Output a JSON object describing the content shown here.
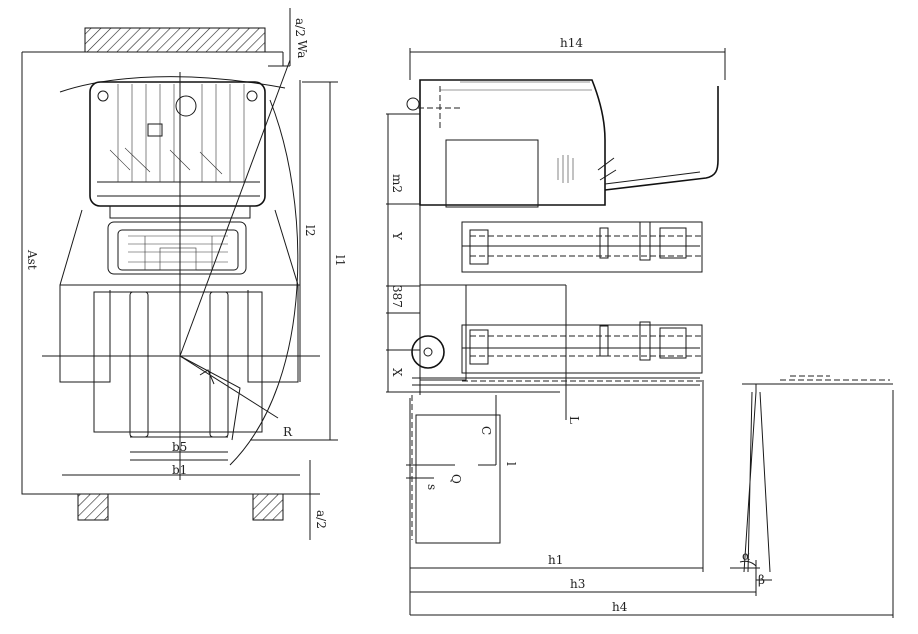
{
  "plan_view": {
    "labels": {
      "a2_top": "a/2",
      "wa": "Wa",
      "ast": "Ast",
      "l2": "l2",
      "l1": "l1",
      "b5": "b5",
      "b1": "b1",
      "r": "R",
      "a2_bottom": "a/2"
    }
  },
  "side_view": {
    "labels": {
      "h14": "h14",
      "m2": "m2",
      "y": "Y",
      "d387": "387",
      "x": "X",
      "l": "L",
      "c": "C",
      "q": "Q",
      "l_fork": "l",
      "s": "s",
      "h1": "h1",
      "h3": "h3",
      "h4": "h4",
      "alpha": "α",
      "beta": "β"
    }
  }
}
